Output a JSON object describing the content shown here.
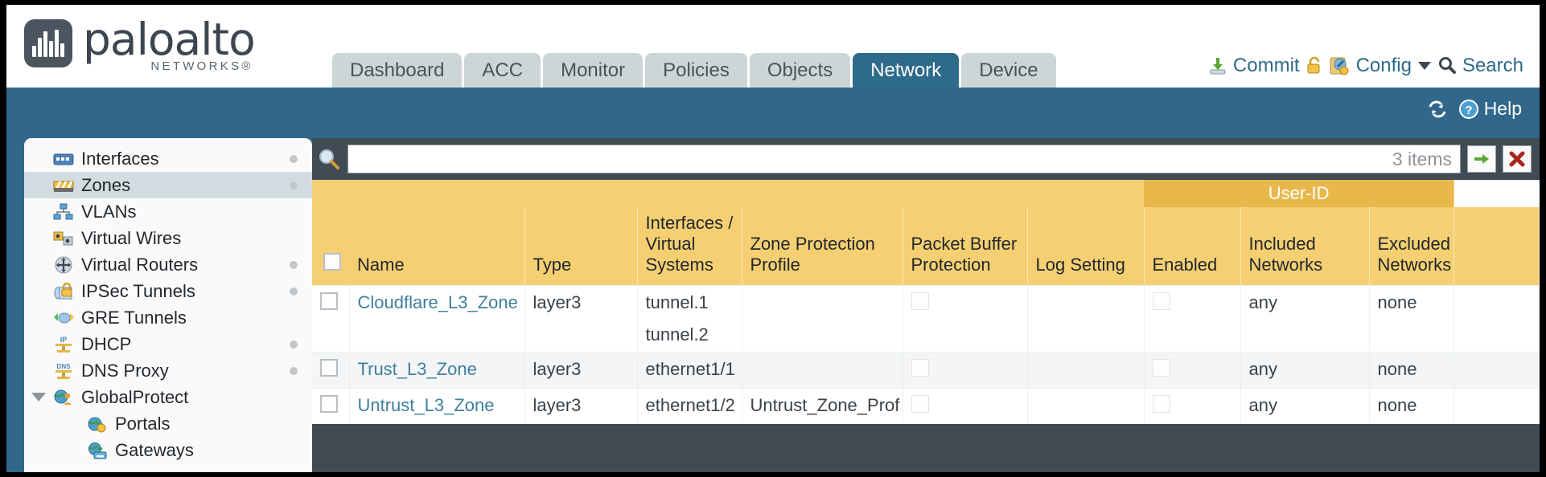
{
  "brand": {
    "name": "paloalto",
    "tagline": "NETWORKS",
    "registered": "®"
  },
  "nav": {
    "tabs": [
      {
        "label": "Dashboard",
        "active": false
      },
      {
        "label": "ACC",
        "active": false
      },
      {
        "label": "Monitor",
        "active": false
      },
      {
        "label": "Policies",
        "active": false
      },
      {
        "label": "Objects",
        "active": false
      },
      {
        "label": "Network",
        "active": true
      },
      {
        "label": "Device",
        "active": false
      }
    ]
  },
  "toolbar": {
    "commit_label": "Commit",
    "commit_icon": "commit-download-icon",
    "lock_icon": "padlock-icon",
    "config_label": "Config",
    "config_icon": "config-wrench-icon",
    "config_caret": "chevron-down-icon",
    "search_label": "Search",
    "search_icon": "search-magnifier-icon"
  },
  "banner": {
    "refresh_icon": "refresh-icon",
    "help_label": "Help",
    "help_icon": "help-question-icon"
  },
  "sidebar": {
    "items": [
      {
        "label": "Interfaces",
        "icon": "interfaces-icon",
        "selected": false,
        "dot": true,
        "child": false,
        "expander": false
      },
      {
        "label": "Zones",
        "icon": "zones-icon",
        "selected": true,
        "dot": true,
        "child": false,
        "expander": false
      },
      {
        "label": "VLANs",
        "icon": "vlans-icon",
        "selected": false,
        "dot": false,
        "child": false,
        "expander": false
      },
      {
        "label": "Virtual Wires",
        "icon": "virtual-wires-icon",
        "selected": false,
        "dot": false,
        "child": false,
        "expander": false
      },
      {
        "label": "Virtual Routers",
        "icon": "virtual-routers-icon",
        "selected": false,
        "dot": true,
        "child": false,
        "expander": false
      },
      {
        "label": "IPSec Tunnels",
        "icon": "ipsec-tunnels-icon",
        "selected": false,
        "dot": true,
        "child": false,
        "expander": false
      },
      {
        "label": "GRE Tunnels",
        "icon": "gre-tunnels-icon",
        "selected": false,
        "dot": false,
        "child": false,
        "expander": false
      },
      {
        "label": "DHCP",
        "icon": "dhcp-icon",
        "selected": false,
        "dot": true,
        "child": false,
        "expander": false
      },
      {
        "label": "DNS Proxy",
        "icon": "dns-proxy-icon",
        "selected": false,
        "dot": true,
        "child": false,
        "expander": false
      },
      {
        "label": "GlobalProtect",
        "icon": "globalprotect-icon",
        "selected": false,
        "dot": false,
        "child": false,
        "expander": true
      },
      {
        "label": "Portals",
        "icon": "portals-icon",
        "selected": false,
        "dot": false,
        "child": true,
        "expander": false
      },
      {
        "label": "Gateways",
        "icon": "gateways-icon",
        "selected": false,
        "dot": false,
        "child": true,
        "expander": false
      }
    ]
  },
  "search": {
    "icon": "search-magnifier-icon",
    "value": "",
    "placeholder": "",
    "items_count": "3 items",
    "apply_icon": "green-arrow-apply-icon",
    "clear_icon": "red-x-clear-icon"
  },
  "table": {
    "group_header": {
      "label": "User-ID",
      "spans": 3
    },
    "columns": [
      "Name",
      "Type",
      "Interfaces / Virtual Systems",
      "Zone Protection Profile",
      "Packet Buffer Protection",
      "Log Setting",
      "Enabled",
      "Included Networks",
      "Excluded Networks"
    ],
    "select_all_checkbox": "unchecked",
    "rows": [
      {
        "selected": false,
        "name": "Cloudflare_L3_Zone",
        "type": "layer3",
        "interfaces": [
          "tunnel.1",
          "tunnel.2"
        ],
        "zone_protection_profile": "",
        "packet_buffer_protection": "unchecked",
        "log_setting": "",
        "user_id_enabled": "unchecked",
        "included_networks": "any",
        "excluded_networks": "none"
      },
      {
        "selected": false,
        "name": "Trust_L3_Zone",
        "type": "layer3",
        "interfaces": [
          "ethernet1/1"
        ],
        "zone_protection_profile": "",
        "packet_buffer_protection": "unchecked",
        "log_setting": "",
        "user_id_enabled": "unchecked",
        "included_networks": "any",
        "excluded_networks": "none"
      },
      {
        "selected": false,
        "name": "Untrust_L3_Zone",
        "type": "layer3",
        "interfaces": [
          "ethernet1/2"
        ],
        "zone_protection_profile": "Untrust_Zone_Prof",
        "packet_buffer_protection": "unchecked",
        "log_setting": "",
        "user_id_enabled": "unchecked",
        "included_networks": "any",
        "excluded_networks": "none"
      }
    ]
  },
  "colors": {
    "brand_teal": "#31678a",
    "tab_inactive": "#ccd6d6",
    "header_amber": "#f5cf72",
    "group_amber": "#e8b84b",
    "link_teal": "#3f7f9e",
    "content_dark": "#414b54"
  }
}
